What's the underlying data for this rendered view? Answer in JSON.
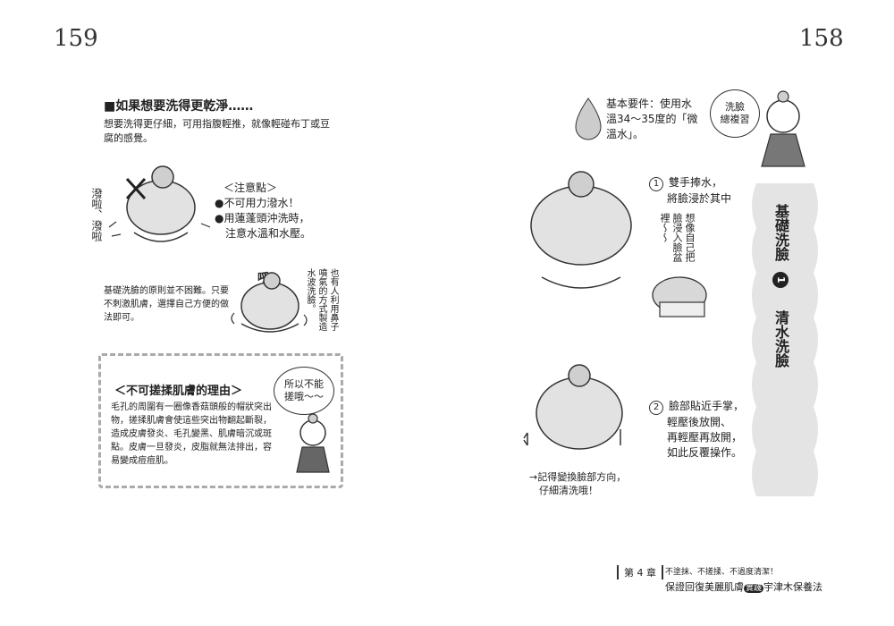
{
  "page_left": {
    "page_number": "159",
    "heading": "■如果想要洗得更乾淨……",
    "intro": [
      "想要洗得更仔細，可用指腹輕推，就像輕碰布丁或豆",
      "腐的感覺。"
    ],
    "splash_caption": "潑啦、潑啦",
    "caution_title": "＜注意點＞",
    "caution_items": [
      "●不可用力潑水！",
      "●用蓮蓬頭沖洗時，",
      "　注意水溫和水壓。"
    ],
    "basic_note": [
      "基礎洗臉的原則並不困難。只要",
      "不刺激肌膚，選擇自己方便的做",
      "法即可。"
    ],
    "sigh": "呼！",
    "nose_note": "也有人利用鼻子噴氣的方式製造水波洗臉。",
    "reason_box": {
      "title": "＜不可搓揉肌膚的理由＞",
      "bubble": [
        "所以不能",
        "搓哦～～"
      ],
      "text": [
        "毛孔的周圍有一圈像香菇頭般的帽狀突出",
        "物，搓揉肌膚會使這些突出物翻起斷裂，",
        "造成皮膚發炎、毛孔變黑、肌膚暗沉或斑",
        "點。皮膚一旦發炎，皮脂就無法排出，容",
        "易變成痘痘肌。"
      ]
    }
  },
  "page_right": {
    "page_number": "158",
    "requirement": [
      "基本要件：使用水",
      "溫34～35度的「微",
      "溫水」。"
    ],
    "bubble_top": [
      "洗臉",
      "總複習"
    ],
    "step1_num": "1",
    "step1": [
      "雙手捧水，",
      "將臉浸於其中"
    ],
    "step1_note": "想像自己把臉浸入臉盆裡～～",
    "step2_num": "2",
    "step2": [
      "臉部貼近手掌，",
      "輕壓後放開、",
      "再輕壓再放開，",
      "如此反覆操作。"
    ],
    "reminder": [
      "→記得變換臉部方向，",
      "　仔細清洗哦！"
    ],
    "title_vertical": {
      "part1": "基礎洗臉",
      "badge": "1",
      "part2": "清水洗臉"
    },
    "footer": {
      "chapter": "第 4 章",
      "tagline": "不塗抹、不搓揉、不過度清潔！",
      "book_title_a": "保證回復美麗肌膚",
      "book_title_badge": "實踐",
      "book_title_b": "宇津木保養法"
    }
  }
}
